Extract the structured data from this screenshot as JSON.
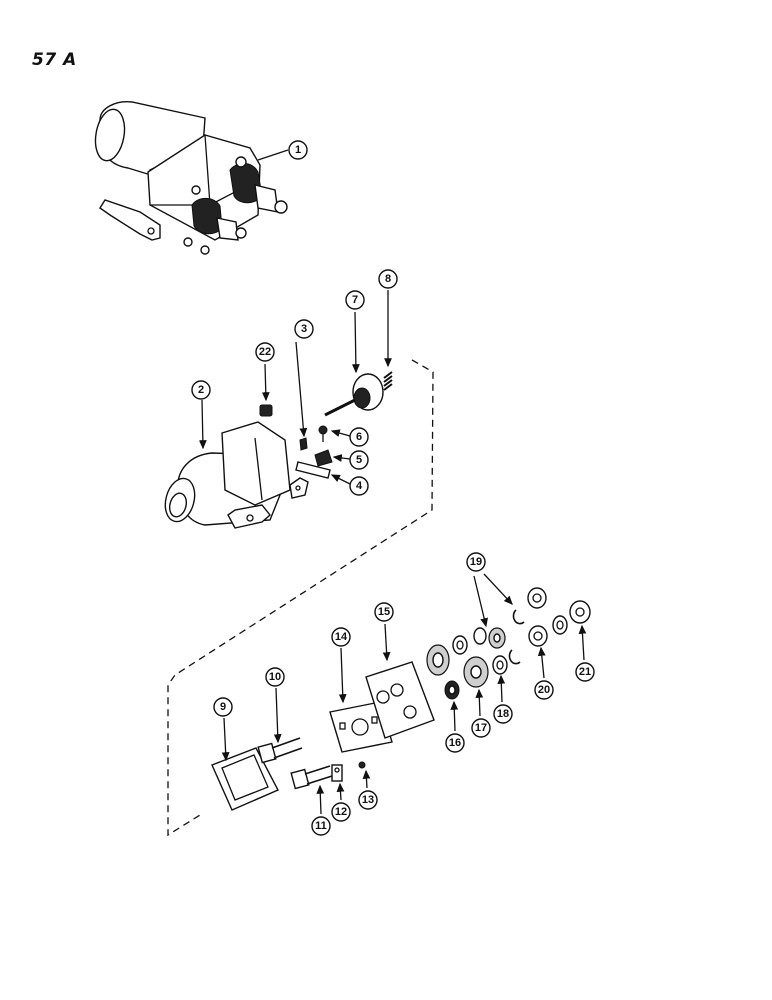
{
  "page": {
    "label": "57 A"
  },
  "callouts": [
    {
      "id": "1",
      "label": "1"
    },
    {
      "id": "2",
      "label": "2"
    },
    {
      "id": "3",
      "label": "3"
    },
    {
      "id": "4",
      "label": "4"
    },
    {
      "id": "5",
      "label": "5"
    },
    {
      "id": "6",
      "label": "6"
    },
    {
      "id": "7",
      "label": "7"
    },
    {
      "id": "8",
      "label": "8"
    },
    {
      "id": "9",
      "label": "9"
    },
    {
      "id": "10",
      "label": "10"
    },
    {
      "id": "11",
      "label": "11"
    },
    {
      "id": "12",
      "label": "12"
    },
    {
      "id": "13",
      "label": "13"
    },
    {
      "id": "14",
      "label": "14"
    },
    {
      "id": "15",
      "label": "15"
    },
    {
      "id": "16",
      "label": "16"
    },
    {
      "id": "17",
      "label": "17"
    },
    {
      "id": "18",
      "label": "18"
    },
    {
      "id": "19",
      "label": "19"
    },
    {
      "id": "20",
      "label": "20"
    },
    {
      "id": "21",
      "label": "21"
    },
    {
      "id": "22",
      "label": "22"
    }
  ]
}
